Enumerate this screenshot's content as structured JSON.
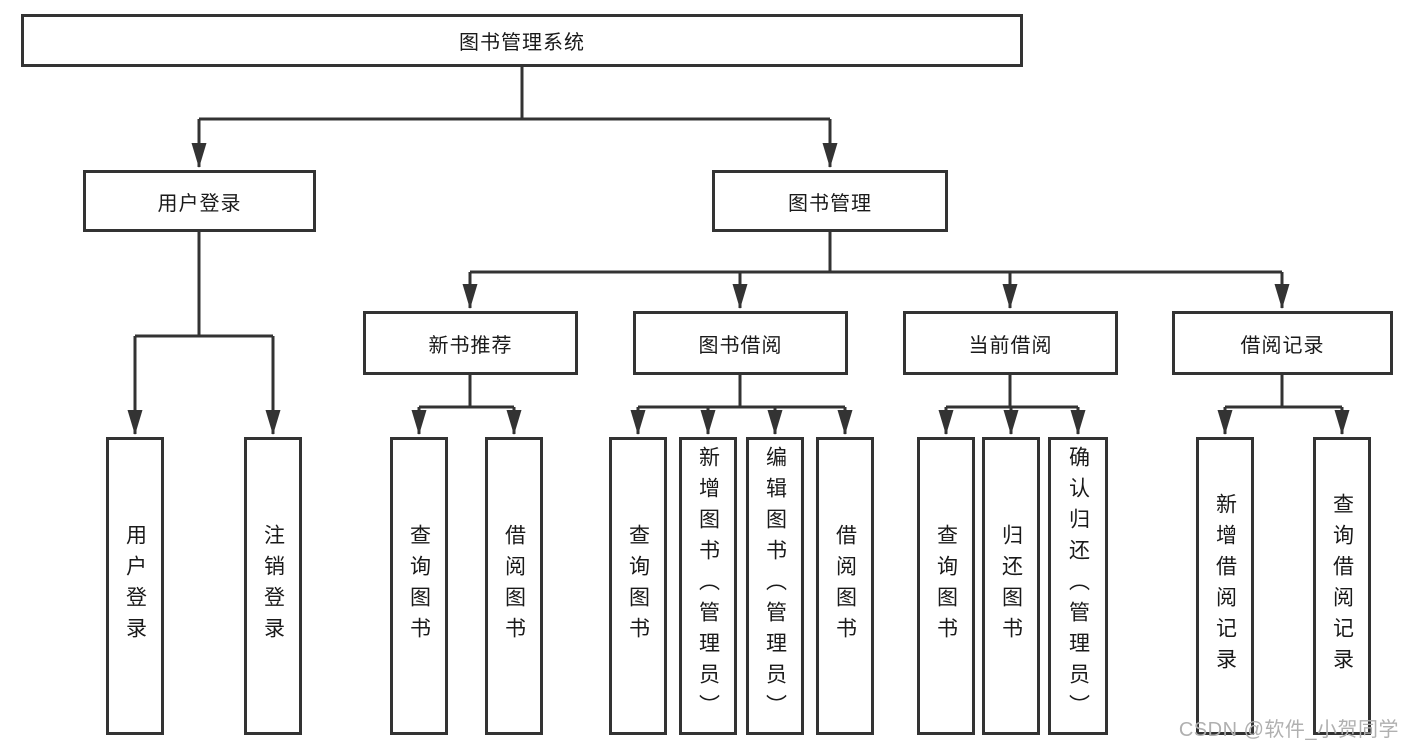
{
  "tree": {
    "root": "图书管理系统",
    "branches": [
      {
        "label": "用户登录",
        "children": [
          "用户登录",
          "注销登录"
        ]
      },
      {
        "label": "图书管理",
        "groups": [
          {
            "label": "新书推荐",
            "children": [
              "查询图书",
              "借阅图书"
            ]
          },
          {
            "label": "图书借阅",
            "children": [
              "查询图书",
              "新增图书（管理员）",
              "编辑图书（管理员）",
              "借阅图书"
            ]
          },
          {
            "label": "当前借阅",
            "children": [
              "查询图书",
              "归还图书",
              "确认归还（管理员）"
            ]
          },
          {
            "label": "借阅记录",
            "children": [
              "新增借阅记录",
              "查询借阅记录"
            ]
          }
        ]
      }
    ]
  },
  "watermark": "CSDN @软件_小贺同学",
  "colors": {
    "line": "#333333",
    "box_border": "#333333",
    "text": "#1a1a1a",
    "watermark": "#b0b0b0",
    "background": "#ffffff"
  }
}
